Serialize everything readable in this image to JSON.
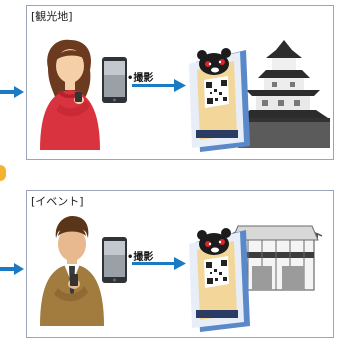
{
  "panels": [
    {
      "label": "[観光地]",
      "action": "•撮影",
      "subject": "woman-with-smartphone",
      "scene": "castle"
    },
    {
      "label": "[イベント]",
      "action": "•撮影",
      "subject": "man-with-smartphone",
      "scene": "festival-stall"
    }
  ],
  "colors": {
    "arrow": "#1a7ac4",
    "panel_border": "#9aa6b8",
    "accent_dot": "#f2b233"
  }
}
